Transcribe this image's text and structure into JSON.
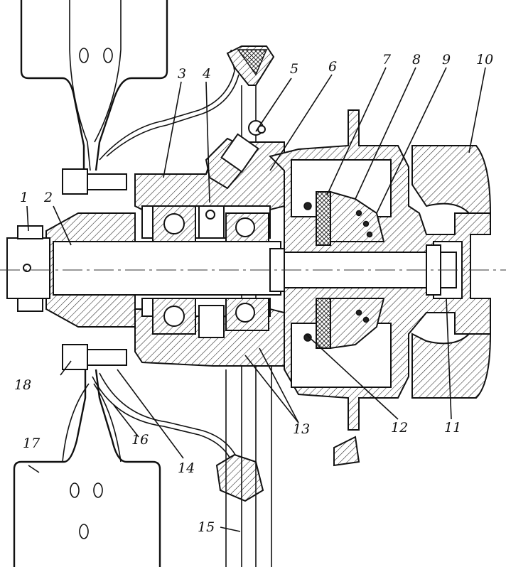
{
  "diagram": {
    "callouts": [
      "1",
      "2",
      "3",
      "4",
      "5",
      "6",
      "7",
      "8",
      "9",
      "10",
      "11",
      "12",
      "13",
      "14",
      "15",
      "16",
      "17",
      "18"
    ]
  }
}
